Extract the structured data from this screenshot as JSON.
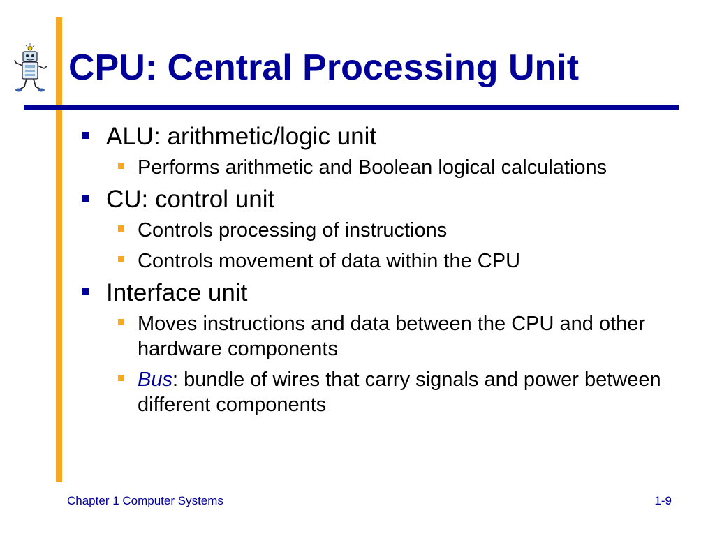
{
  "slide": {
    "title": "CPU: Central Processing Unit",
    "bullets": [
      {
        "text": "ALU: arithmetic/logic unit",
        "sub": [
          "Performs arithmetic and Boolean logical calculations"
        ]
      },
      {
        "text": "CU: control unit",
        "sub": [
          "Controls processing of instructions",
          "Controls movement of data within the CPU"
        ]
      },
      {
        "text": "Interface unit",
        "sub": [
          "Moves instructions and data between the CPU and other hardware components"
        ]
      }
    ],
    "bus_term": "Bus",
    "bus_rest": ": bundle of wires that carry signals and power between different components"
  },
  "footer": {
    "left": "Chapter 1 Computer Systems",
    "right": "1-9"
  },
  "colors": {
    "title": "#000099",
    "accent_bar": "#f7a823",
    "rule": "#000099",
    "level1_bullet": "#000099",
    "level2_bullet": "#f7a823",
    "footer": "#000099"
  },
  "icons": {
    "logo": "computer-character-icon"
  }
}
